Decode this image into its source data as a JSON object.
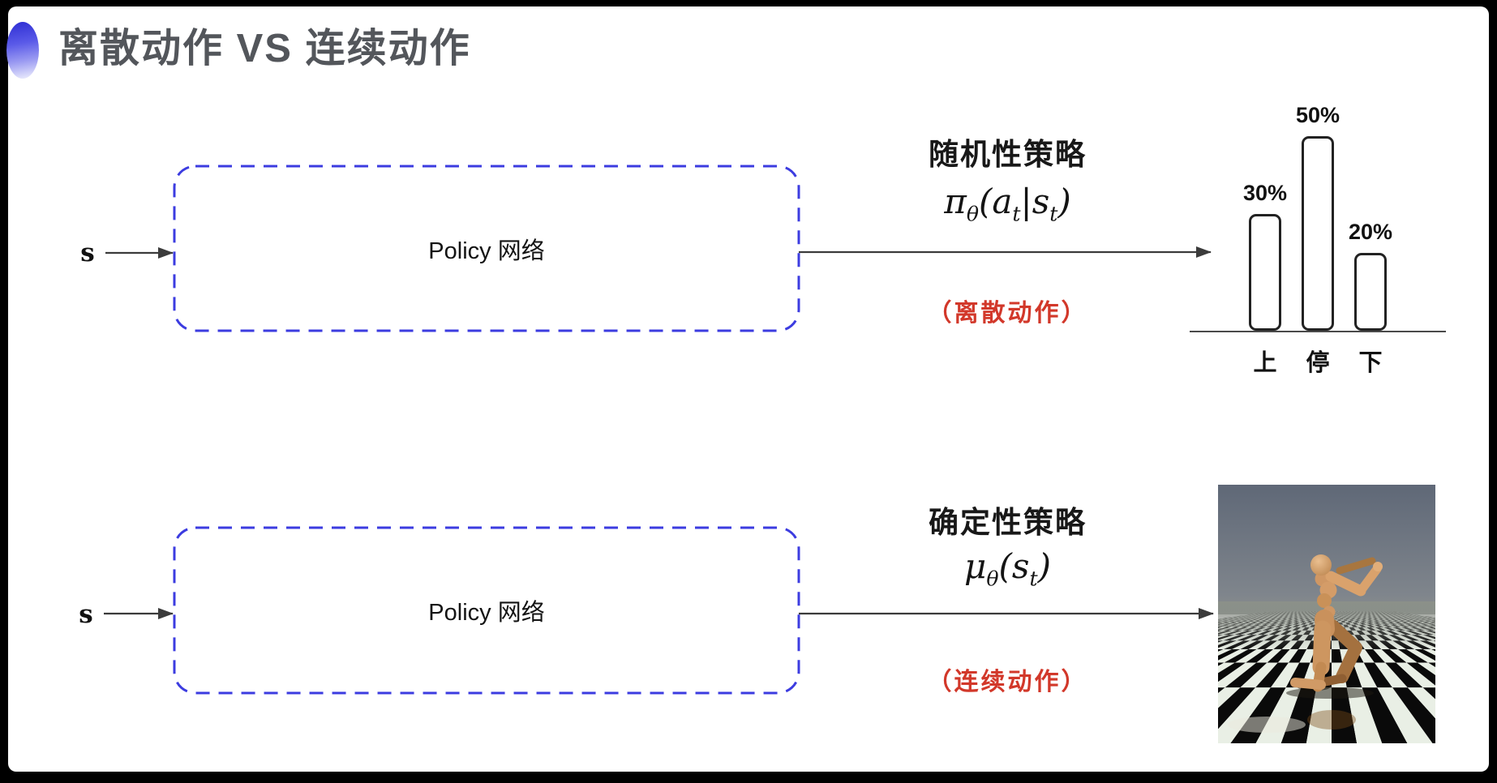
{
  "title": "离散动作 VS 连续动作",
  "colors": {
    "accent_blue": "#3c3ce0",
    "note_red": "#d2382a",
    "title_gray": "#53565b",
    "arrow_dark": "#3b3b3b",
    "box_text": "#141414"
  },
  "top_flow": {
    "input_label": "s",
    "box_label": "Policy 网络",
    "policy_title": "随机性策略",
    "formula": [
      {
        "t": "π"
      },
      {
        "t": "θ",
        "sub": true
      },
      {
        "t": "("
      },
      {
        "t": "a"
      },
      {
        "t": "t",
        "sub": true
      },
      {
        "t": "|"
      },
      {
        "t": "s"
      },
      {
        "t": "t",
        "sub": true
      },
      {
        "t": ")"
      }
    ],
    "action_note": "（离散动作）"
  },
  "bottom_flow": {
    "input_label": "s",
    "box_label": "Policy 网络",
    "policy_title": "确定性策略",
    "formula": [
      {
        "t": "μ"
      },
      {
        "t": "θ",
        "sub": true
      },
      {
        "t": "("
      },
      {
        "t": "s"
      },
      {
        "t": "t",
        "sub": true
      },
      {
        "t": ")"
      }
    ],
    "action_note": "（连续动作）"
  },
  "chart_data": {
    "type": "bar",
    "categories": [
      "上",
      "停",
      "下"
    ],
    "values": [
      30,
      50,
      20
    ],
    "value_labels": [
      "30%",
      "50%",
      "20%"
    ],
    "title": "",
    "xlabel": "",
    "ylabel": "",
    "ylim": [
      0,
      55
    ],
    "grid": false,
    "legend": false,
    "style": "outlined white bars with rounded corners, dark border, percentage labels above bars"
  },
  "robot_scene": {
    "alt": "MuJoCo-style humanoid robot running on a black-and-white checkerboard floor under a gray sky"
  }
}
